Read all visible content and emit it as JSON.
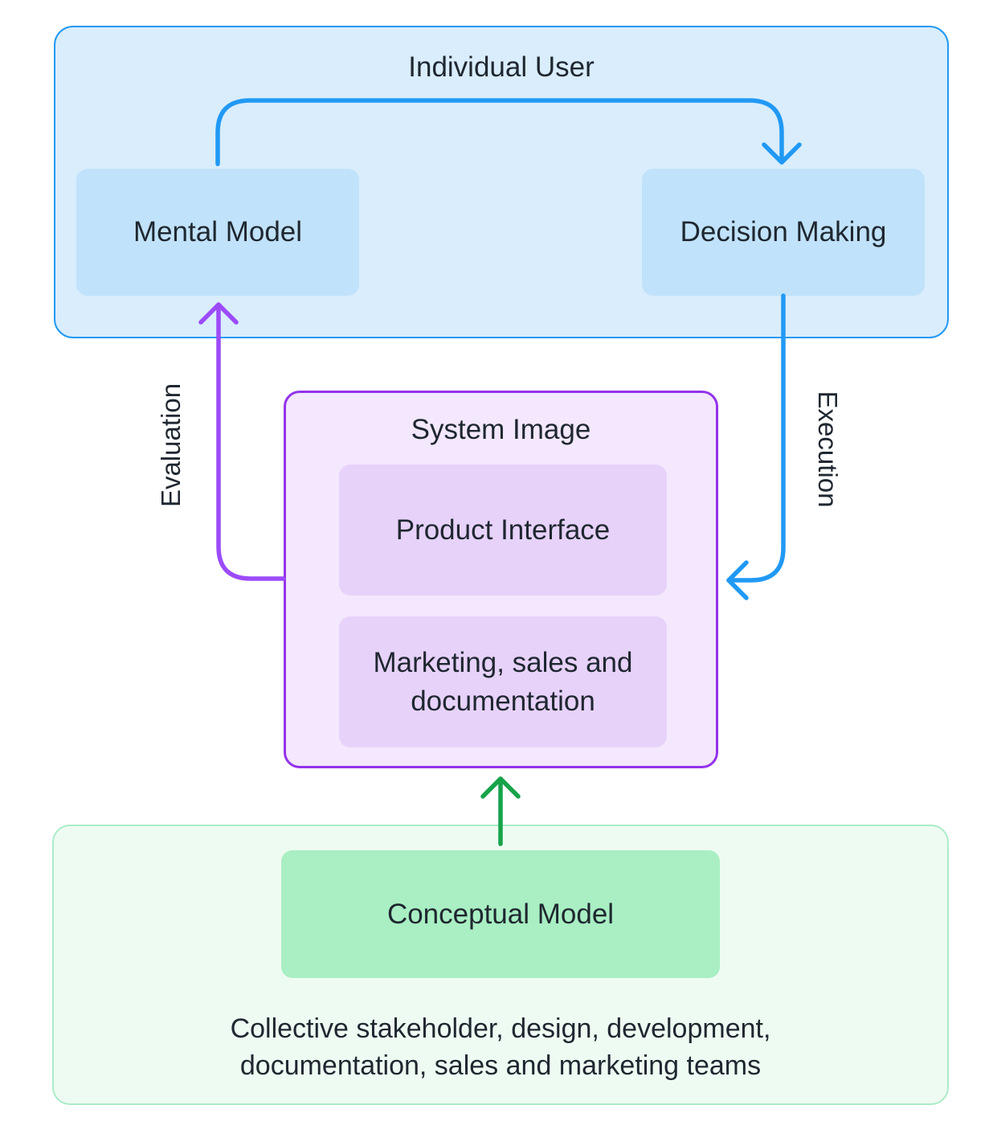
{
  "colors": {
    "blue_arrow": "#2199f4",
    "blue_container_fill": "#d9edfc",
    "blue_box_fill": "#c0e2fa",
    "purple_border": "#9333ea",
    "purple_arrow": "#9c4bf9",
    "purple_container_fill": "#f3e8fd",
    "purple_box_fill": "#e7d2fa",
    "green_border": "#abecc8",
    "green_arrow": "#16a34a",
    "green_container_fill": "#eefbf2",
    "green_box_fill": "#a9efc3",
    "text": "#1f2730"
  },
  "individual_user": {
    "title": "Individual User",
    "mental_model": "Mental Model",
    "decision_making": "Decision Making"
  },
  "system_image": {
    "title": "System Image",
    "product_interface": "Product Interface",
    "marketing": "Marketing, sales and documentation"
  },
  "conceptual": {
    "label": "Conceptual Model",
    "caption_lines": [
      "Collective stakeholder, design, development,",
      "documentation, sales and marketing teams"
    ]
  },
  "arrow_labels": {
    "evaluation": "Evaluation",
    "execution": "Execution"
  }
}
